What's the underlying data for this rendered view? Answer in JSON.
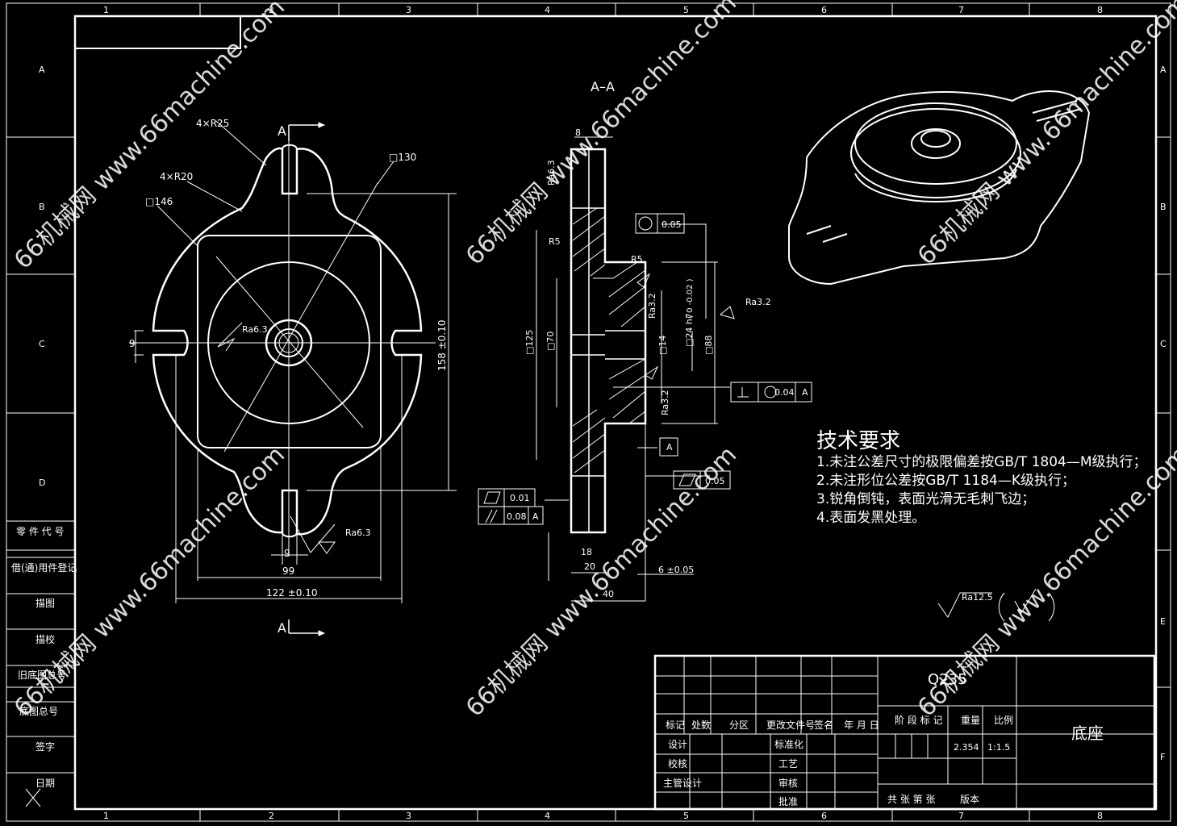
{
  "border": {
    "columns": [
      "1",
      "2",
      "3",
      "4",
      "5",
      "6",
      "7",
      "8"
    ],
    "rows": [
      "A",
      "B",
      "C",
      "D",
      "E",
      "F"
    ]
  },
  "left_strip": [
    "零 件 代 号",
    "借(通)用件登记",
    "描图",
    "描校",
    "旧底图总号",
    "底图总号",
    "签字",
    "日期"
  ],
  "views": {
    "section_title": "A–A",
    "section_marker_top": "A",
    "section_marker_bottom": "A"
  },
  "dimensions": {
    "radius_25": "4×R25",
    "radius_20": "4×R20",
    "sq_146": "□146",
    "sq_130": "□130",
    "d_158": "158 ±0.10",
    "d_122": "122 ±0.10",
    "d_99": "99",
    "d_9_bottom": "9",
    "d_9_left": "9",
    "ra63_a": "Ra6.3",
    "ra63_b": "Ra6.3",
    "sec_8": "8",
    "sec_ra63": "Ra6.3",
    "sec_r5a": "R5",
    "sec_r5b": "R5",
    "sec_125": "□125",
    "sec_70": "□70",
    "sec_14": "□14",
    "sec_24": "□24 h7",
    "sec_24_tol": "( 0 -0.02 )",
    "sec_88": "□88",
    "sec_ra32a": "Ra3.2",
    "sec_ra32b": "Ra3.2",
    "sec_ra32c": "Ra3.2",
    "sec_18": "18",
    "sec_20": "20",
    "sec_40": "40",
    "sec_6": "6 ±0.05",
    "tol_pos": "0.05",
    "tol_perp": "0.04",
    "tol_perp_ref": "A",
    "tol_flat1": "0.01",
    "tol_par": "0.08",
    "tol_par_ref": "A",
    "tol_flat2": "0.05",
    "datum_a": "A",
    "ra125": "Ra12.5"
  },
  "tech": {
    "title": "技术要求",
    "lines": [
      "1.未注公差尺寸的极限偏差按GB/T 1804—M级执行；",
      "2.未注形位公差按GB/T 1184—K级执行；",
      "3.锐角倒钝，表面光滑无毛刺飞边；",
      "4.表面发黑处理。"
    ]
  },
  "titleblock": {
    "material": "Q235",
    "part_name": "底座",
    "weight": "2.354",
    "scale": "1:1.5",
    "h_mark": "标记",
    "h_count": "处数",
    "h_zone": "分区",
    "h_doc": "更改文件号",
    "h_sign": "签名",
    "h_date": "年 月 日",
    "h_stage": "阶 段 标 记",
    "h_weight": "重量",
    "h_scale": "比例",
    "design": "设计",
    "standard": "标准化",
    "check": "校核",
    "process": "工艺",
    "chief": "主管设计",
    "review": "审核",
    "approve": "批准",
    "sheets": "共  张 第  张",
    "version": "版本"
  },
  "watermark": "66机械网 www.66machine.com"
}
